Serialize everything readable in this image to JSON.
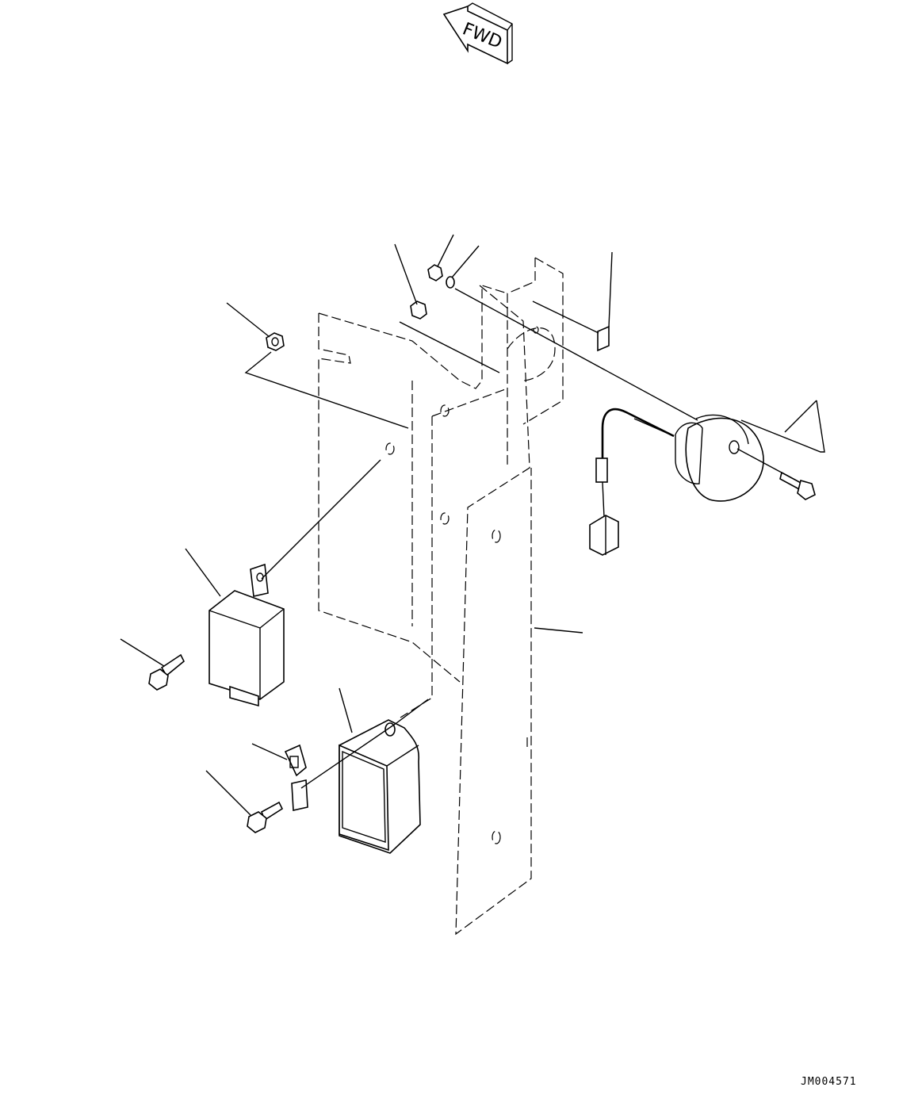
{
  "direction_indicator": {
    "label": "FWD"
  },
  "drawing_code": "JM004571",
  "parts": [
    {
      "id": "bracket-plate",
      "style": "dashed"
    },
    {
      "id": "mount-plate",
      "style": "dashed"
    },
    {
      "id": "horn",
      "style": "solid"
    },
    {
      "id": "relay-box",
      "style": "solid"
    },
    {
      "id": "lamp",
      "style": "solid"
    },
    {
      "id": "clip",
      "style": "solid"
    },
    {
      "id": "bolts",
      "count": 3
    },
    {
      "id": "nuts",
      "count": 3
    },
    {
      "id": "washer",
      "count": 1
    },
    {
      "id": "label-tag",
      "count": 1
    }
  ]
}
